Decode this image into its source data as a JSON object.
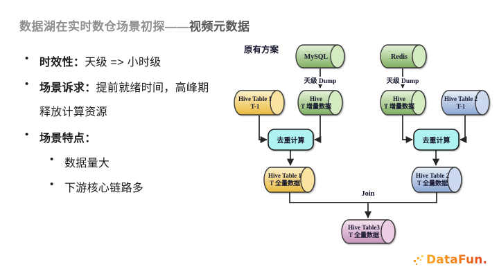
{
  "slide_title": {
    "prefix": "数据湖在实时数仓场景初探——",
    "emphasis": "视频元数据"
  },
  "bullets": {
    "item1": {
      "label": "时效性：",
      "text": "天级 => 小时级"
    },
    "item2": {
      "label": "场景诉求：",
      "text": "提前就绪时间，高峰期",
      "text_line2": "释放计算资源"
    },
    "item3": {
      "label": "场景特点："
    },
    "sub_item1": "数据量大",
    "sub_item2": "下游核心链路多"
  },
  "diagram": {
    "plan_label": "原有方案",
    "source_mysql": "MySQL",
    "source_redis": "Redis",
    "dump_left": "天级 Dump",
    "dump_right": "天级 Dump",
    "hive_table1": {
      "line1": "Hive Table 1",
      "line2": "T-1"
    },
    "hive_inc_left": {
      "line1": "Hive",
      "line2": "T 增量数据"
    },
    "hive_inc_right": {
      "line1": "Hive",
      "line2": "T 增量数据"
    },
    "hive_table2": {
      "line1": "Hive Table 2",
      "line2": "T-1"
    },
    "dedup_left": "去重计算",
    "dedup_right": "去重计算",
    "hive_full1": {
      "line1": "Hive Table 1",
      "line2": "T 全量数据"
    },
    "hive_full2": {
      "line1": "Hive Table 2",
      "line2": "T 全量数据"
    },
    "join_label": "Join",
    "hive_table3": {
      "line1": "Hive Table3",
      "line2": "T 全量数据"
    }
  },
  "logo": {
    "text": "DataFun."
  },
  "colors": {
    "green_top": "#e8f4dc",
    "green_bottom": "#7fae60",
    "yellow_top": "#fdf2cd",
    "yellow_bottom": "#e9b93f",
    "blue_top": "#e9eff8",
    "blue_bottom": "#8ba6d2",
    "pink_top": "#f4e3f0",
    "pink_bottom": "#c795bb",
    "dedup_box": "#aef2f2",
    "edge": "#262626",
    "logo_orange": "#ef7d1a"
  }
}
